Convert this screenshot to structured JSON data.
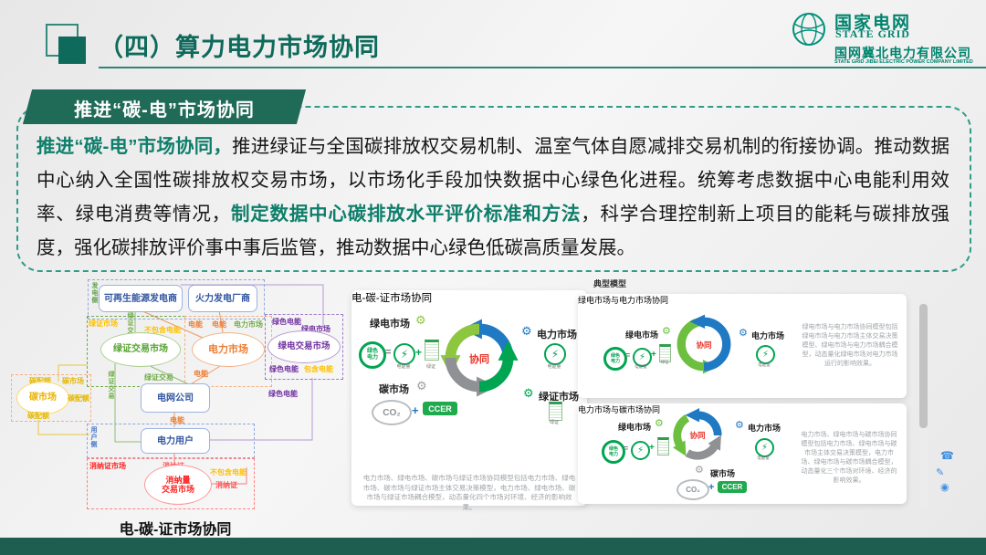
{
  "header": {
    "title": "（四）算力电力市场协同",
    "logo": {
      "brand_cn": "国家电网",
      "brand_en": "STATE GRID",
      "company_cn": "国网冀北电力有限公司",
      "company_en": "STATE GRID JIBEI ELECTRIC POWER COMPANY LIMITED"
    }
  },
  "banner": {
    "label": "推进“碳-电”市场协同"
  },
  "paragraph": {
    "p1": "推进“碳-电”市场协同，",
    "p2": "推进绿证与全国碳排放权交易机制、温室气体自愿减排交易机制的衔接协调。推动数据中心纳入全国性碳排放权交易市场，以市场化手段加快数据中心绿色化进程。统筹考虑数据中心电能利用效率、绿电消费等情况，",
    "p3": "制定数据中心碳排放水平评价标准和方法",
    "p4": "，科学合理控制新上项目的能耗与碳排放强度，强化碳排放评价事中事后监管，推动数据中心绿色低碳高质量发展。"
  },
  "common": {
    "synergy": "协同",
    "green_power_market": "绿电市场",
    "power_market": "电力市场",
    "carbon_market": "碳市场",
    "green_cert_market": "绿证市场",
    "green_power": "绿色电力",
    "energy": "电能量",
    "green_cert": "绿证",
    "co2": "CO₂",
    "ccer": "CCER"
  },
  "flow": {
    "caption": "电-碳-证市场协同",
    "gen_side": "发电侧",
    "user_side": "用户侧",
    "renewable": "可再生能源发电商",
    "thermal": "火力发电厂商",
    "green_cert_market_node": "绿证交易市场",
    "power_market_node": "电力市场",
    "green_power_market_node": "绿电交易市场",
    "carbon_market_node": "碳市场",
    "grid_company": "电网公司",
    "power_user": "电力用户",
    "consumption_node": "消纳量\n交易市场",
    "lbl_green_cert_market": "绿证市场",
    "lbl_green_cert_trade": "绿证交易",
    "lbl_no_energy": "不包含电能",
    "lbl_with_energy": "包含电能",
    "lbl_energy": "电能",
    "lbl_power_market": "电力市场",
    "lbl_green_energy": "绿色电能",
    "lbl_green_power_market": "绿电市场",
    "lbl_carbon_quota": "碳配额",
    "lbl_carbon_market": "碳市场",
    "lbl_consumption_market": "消纳证市场",
    "lbl_consumption_cert": "消纳证"
  },
  "middle": {
    "title": "电-碳-证市场协同",
    "desc": "电力市场、绿电市场、碳市场与绿证市场协同模型包括电力市场、绿电市场、碳市场与绿证市场主体交易决策模型，电力市场、绿电市场、碳市场与绿证市场耦合模型，动态量化四个市场对环境、经济的影响效果。"
  },
  "right": {
    "section_title": "典型模型",
    "card1": {
      "title": "绿电市场与电力市场协同",
      "desc": "绿电市场与电力市场协同模型包括绿电市场与电力市场主体交易决策模型、绿电市场与电力市场耦合模型，动态量化绿电市场对电力市场运行的影响效果。"
    },
    "card2": {
      "title": "电力市场与碳市场协同",
      "desc": "电力市场、绿电市场与碳市场协同模型包括电力市场、绿电市场与碳市场主体交易决策模型，电力市场、绿电市场与碳市场耦合模型，动态量化三个市场对环境、经济的影响效果。"
    }
  },
  "icons": {
    "gear": "⚙",
    "bolt": "⚡",
    "plus": "+",
    "equals": "=",
    "phone": "☎",
    "pencil": "✎",
    "chat": "◉"
  },
  "colors": {
    "accent_green": "#0e6b5b",
    "banner_green": "#1f6b58",
    "highlight_text": "#0e7e6a",
    "cycle_lightgreen": "#8dc63f",
    "cycle_blue": "#2079c3",
    "cycle_green": "#00a551",
    "cycle_gray": "#8f9194",
    "synergy_red": "#e8342a",
    "footer_green": "#1d5e50"
  }
}
